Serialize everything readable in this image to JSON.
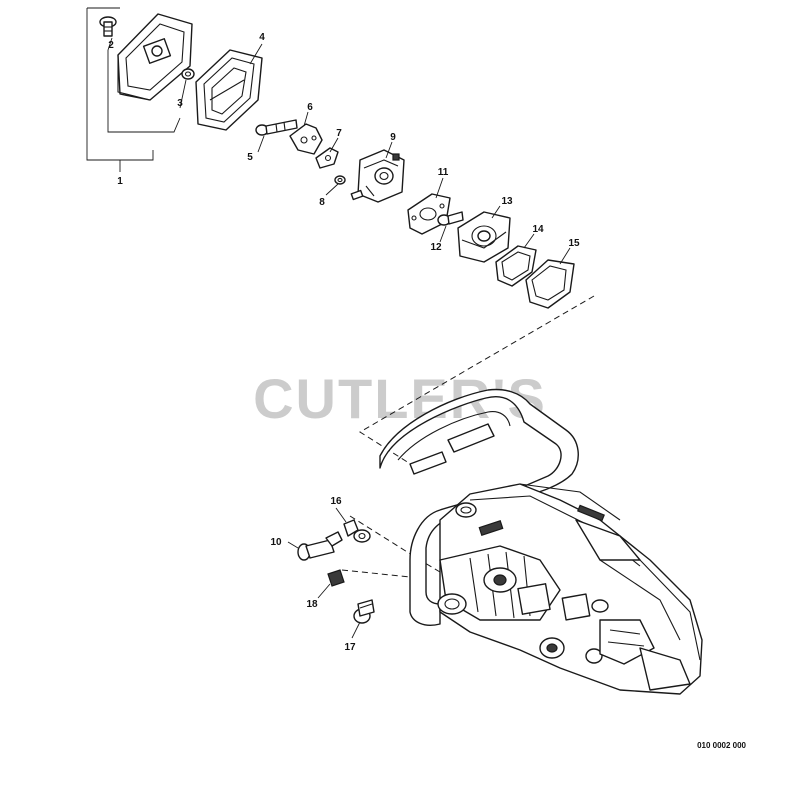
{
  "watermark": {
    "text": "CUTLER'S",
    "color": "#cccccc"
  },
  "drawing_code": "010 0002 000",
  "callouts": [
    "1",
    "2",
    "3",
    "4",
    "5",
    "6",
    "7",
    "8",
    "9",
    "10",
    "11",
    "12",
    "13",
    "14",
    "15",
    "16",
    "17",
    "18"
  ]
}
